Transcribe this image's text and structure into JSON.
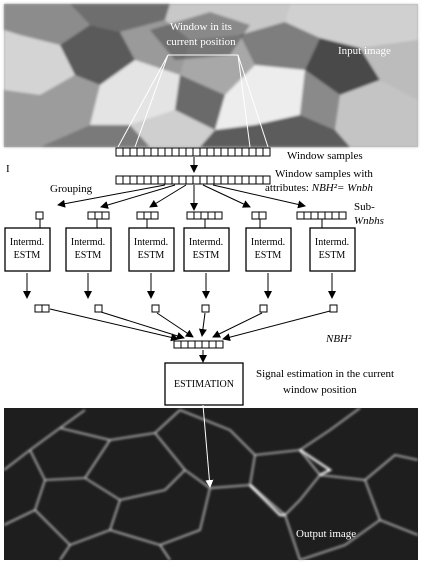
{
  "figure": {
    "window_label": [
      "Window in its",
      "current position"
    ],
    "input_image_label": "Input image",
    "window_samples_label": "Window samples",
    "attributes_label_line1": "Window samples with",
    "attributes_label_prefix": "attributes: ",
    "attributes_formula": "NBH²= Wnbh",
    "grouping_label": "Grouping",
    "sub_label": "Sub-",
    "sub_label_italic": "Wnbhs",
    "intermd_box": [
      "Intermd.",
      "ESTM"
    ],
    "nbh2_label": "NBH²",
    "estimation_label": "ESTIMATION",
    "signal_estimation_label": [
      "Signal estimation in the current",
      "window position"
    ],
    "output_image_label": "Output image",
    "side_mark": "I"
  }
}
